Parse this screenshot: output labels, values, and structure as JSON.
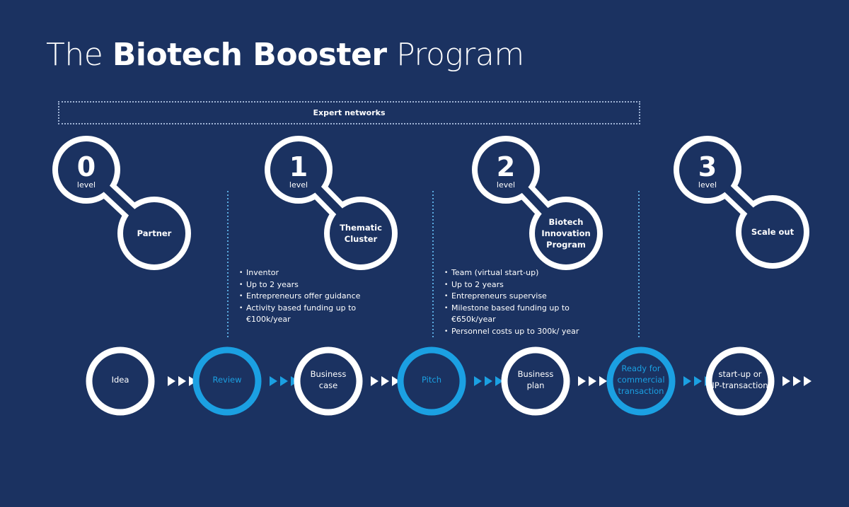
{
  "title": {
    "prefix": "The",
    "bold": "Biotech Booster",
    "suffix": "Program"
  },
  "expert_networks": "Expert networks",
  "levels": [
    {
      "number": "0",
      "level_label": "level",
      "name": "Partner"
    },
    {
      "number": "1",
      "level_label": "level",
      "name": "Thematic\nCluster"
    },
    {
      "number": "2",
      "level_label": "level",
      "name": "Biotech\nInnovation\nProgram"
    },
    {
      "number": "3",
      "level_label": "level",
      "name": "Scale out"
    }
  ],
  "level1_details": [
    "Inventor",
    "Up to 2 years",
    "Entrepreneurs offer guidance",
    "Activity based funding up to €100k/year"
  ],
  "level2_details": [
    "Team (virtual start-up)",
    "Up to 2 years",
    "Entrepreneurs supervise",
    "Milestone based funding up to €650k/year",
    "Personnel costs up to 300k/ year"
  ],
  "stages": [
    {
      "label": "Idea",
      "type": "step"
    },
    {
      "label": "Review",
      "type": "gate"
    },
    {
      "label": "Business\ncase",
      "type": "step"
    },
    {
      "label": "Pitch",
      "type": "gate"
    },
    {
      "label": "Business\nplan",
      "type": "step"
    },
    {
      "label": "Ready for\ncommercial\ntransaction",
      "type": "gate"
    },
    {
      "label": "start-up or\nIP-transaction",
      "type": "step"
    }
  ],
  "colors": {
    "background": "#1b3261",
    "accent": "#1ba0e2",
    "white": "#ffffff"
  }
}
